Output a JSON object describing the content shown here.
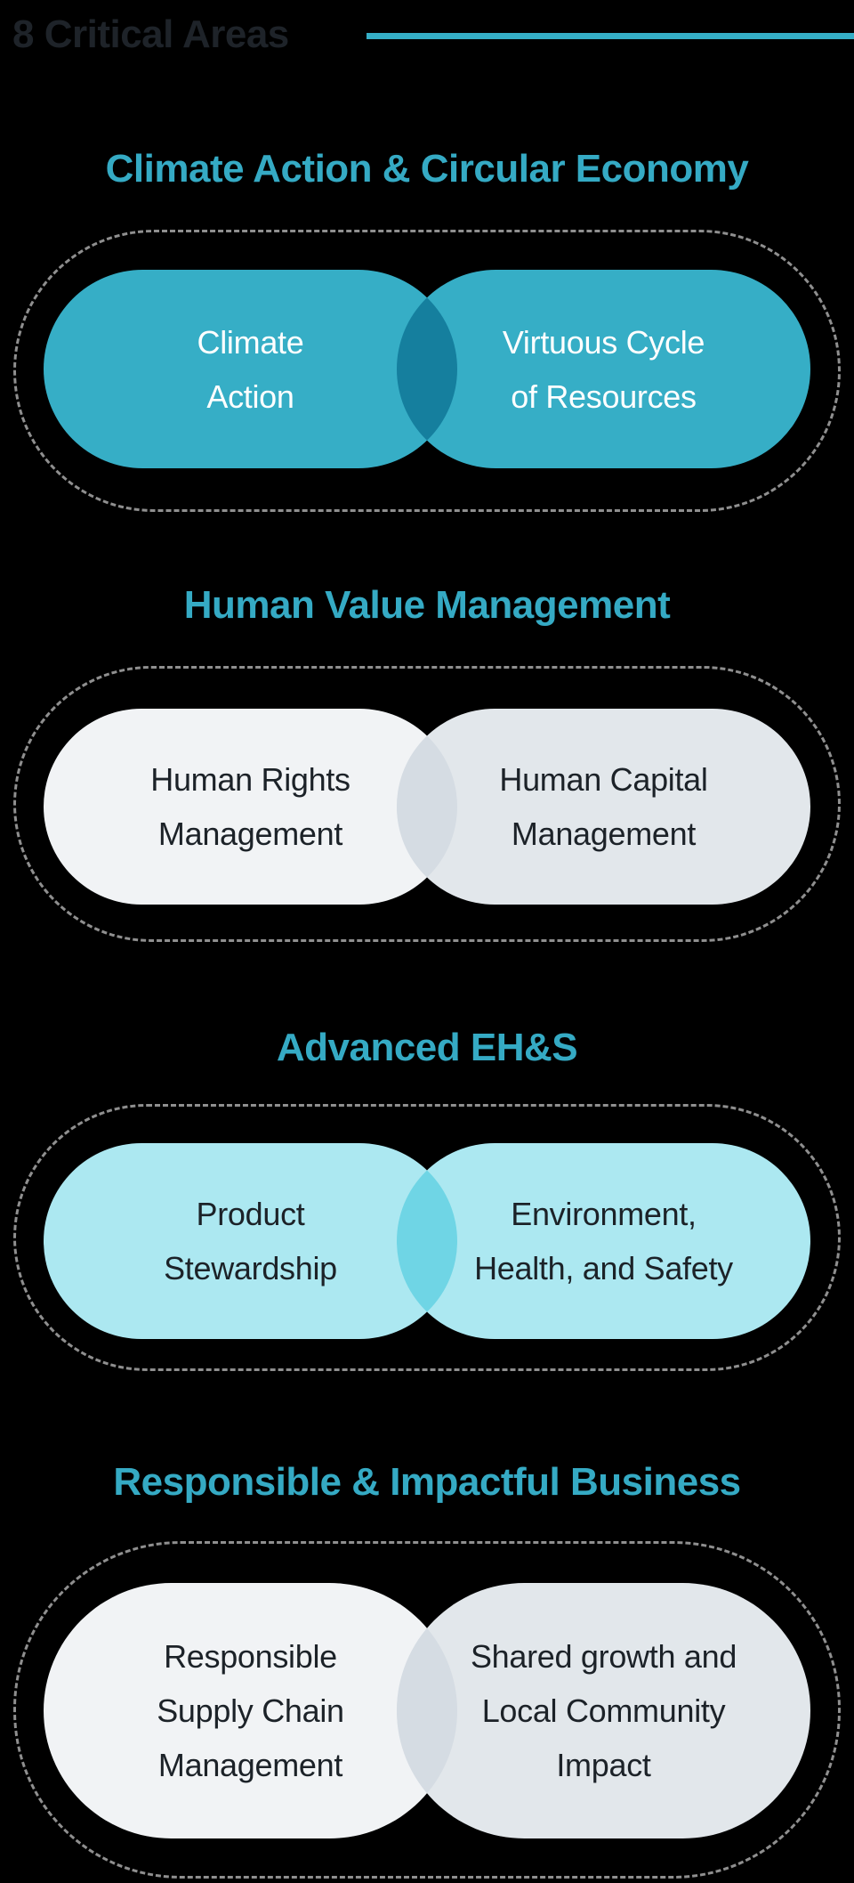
{
  "page": {
    "title": "8 Critical Areas",
    "title_color": "#1e2329",
    "accent_color": "#35aec6",
    "background_color": "#000000",
    "heading_color": "#35aac4",
    "dotted_border_color": "#8f8f8f"
  },
  "sections": [
    {
      "heading": "Climate Action & Circular Economy",
      "left_label": "Climate\nAction",
      "right_label": "Virtuous Cycle\nof Resources",
      "left_color": "#36aec6",
      "right_color": "#36aec6",
      "overlap_color": "#157f9e",
      "text_color": "#ffffff"
    },
    {
      "heading": "Human Value Management",
      "left_label": "Human Rights\nManagement",
      "right_label": "Human Capital\nManagement",
      "left_color": "#f1f3f5",
      "right_color": "#e2e7eb",
      "overlap_color": "#d5dce3",
      "text_color": "#1c2228"
    },
    {
      "heading": "Advanced EH&S",
      "left_label": "Product\nStewardship",
      "right_label": "Environment,\nHealth, and Safety",
      "left_color": "#ace8f1",
      "right_color": "#ace8f1",
      "overlap_color": "#6fd5e5",
      "text_color": "#1c2228"
    },
    {
      "heading": "Responsible & Impactful Business",
      "left_label": "Responsible\nSupply Chain\nManagement",
      "right_label": "Shared growth and\nLocal Community\nImpact",
      "left_color": "#f1f3f5",
      "right_color": "#e2e7eb",
      "overlap_color": "#d5dce3",
      "text_color": "#1c2228"
    }
  ]
}
